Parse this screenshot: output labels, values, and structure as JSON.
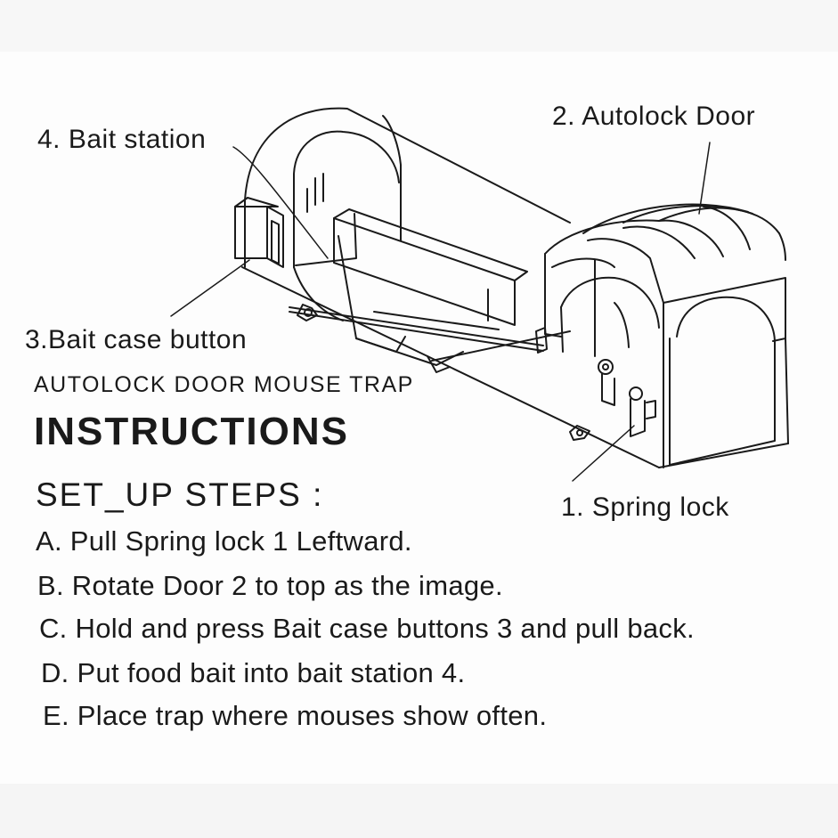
{
  "labels": {
    "bait_station": "4. Bait  station",
    "autolock_door": "2. Autolock  Door",
    "bait_case_button": "3.Bait  case  button",
    "spring_lock": "1. Spring  lock"
  },
  "product_name": "AUTOLOCK DOOR MOUSE TRAP",
  "instructions_heading": "INSTRUCTIONS",
  "setup_heading": "SET_UP  STEPS :",
  "steps": [
    "A. Pull  Spring  lock  1  Leftward.",
    "B. Rotate  Door  2  to  top  as  the  image.",
    "C. Hold  and  press  Bait  case  buttons  3  and  pull  back.",
    "D. Put  food  bait  into  bait  station  4.",
    "E. Place  trap  where  mouses  show  often."
  ],
  "colors": {
    "ink": "#1a1a1a",
    "paper": "#fdfdfd"
  }
}
